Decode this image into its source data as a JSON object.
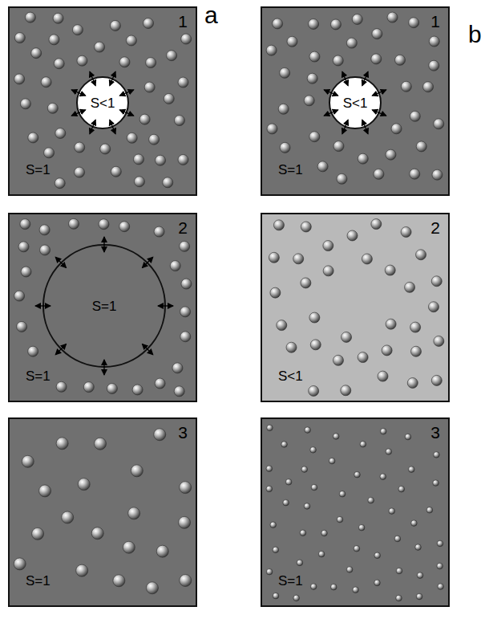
{
  "diagram": {
    "nodes": [
      {
        "text": [
          "1",
          "S=1"
        ]
      },
      {
        "text": [
          "S<1"
        ],
        "in": 0
      },
      {
        "text": [
          "1",
          "S=1"
        ]
      },
      {
        "text": [
          "S<1"
        ],
        "in": 2
      },
      {
        "text": [
          "2",
          "S=1"
        ]
      },
      {
        "text": [
          "S=1"
        ],
        "in": 4
      },
      {
        "text": [
          "2",
          "S<1"
        ]
      },
      {
        "text": [
          "3",
          "S=1"
        ]
      },
      {
        "text": [
          "3",
          "S=1"
        ]
      }
    ],
    "labels": [
      "a",
      "b"
    ]
  }
}
